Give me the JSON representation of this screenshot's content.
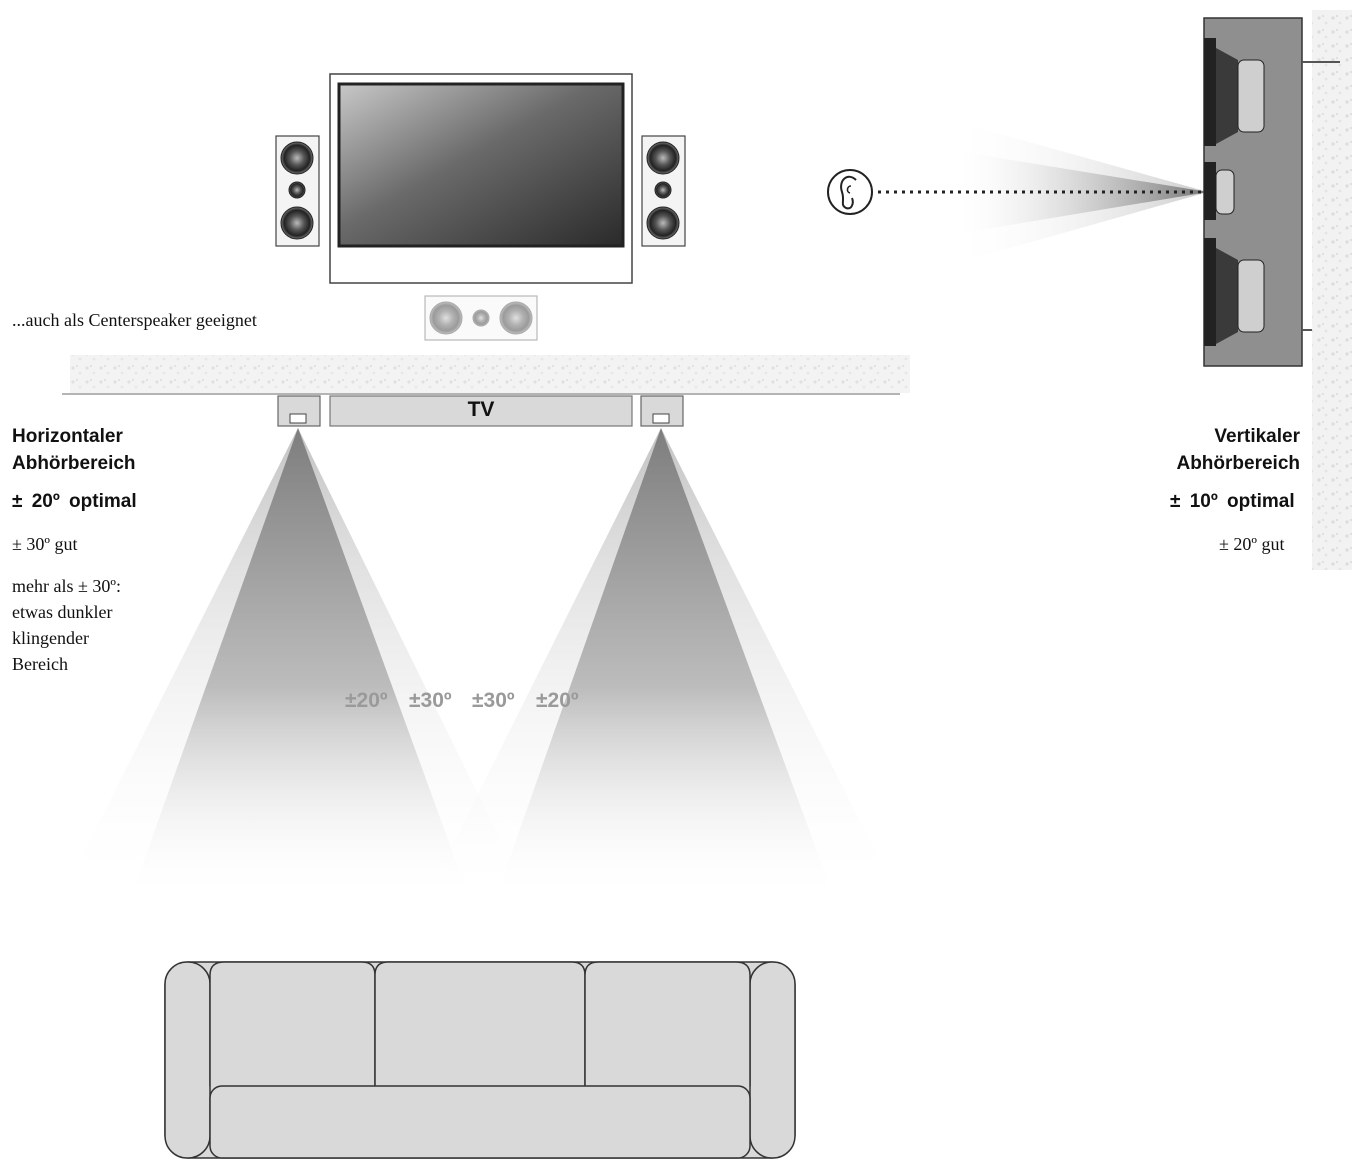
{
  "center_note": "...auch als Centerspeaker geeignet",
  "tv_label": "TV",
  "horizontal": {
    "title_line1": "Horizontaler",
    "title_line2": "Abhörbereich",
    "optimal": "±  20º  optimal",
    "good": "± 30º gut",
    "more_line1": "mehr als ± 30º:",
    "more_line2": "etwas dunkler",
    "more_line3": "klingender",
    "more_line4": "Bereich"
  },
  "vertical": {
    "title_line1": "Vertikaler",
    "title_line2": "Abhörbereich",
    "optimal": "±  10º  optimal",
    "good": "± 20º gut"
  },
  "angles": [
    "±20º",
    "±30º",
    "±30º",
    "±20º"
  ],
  "colors": {
    "beam": "#8a8a8a",
    "sofa": "#d9d9d9",
    "outline": "#333333"
  }
}
